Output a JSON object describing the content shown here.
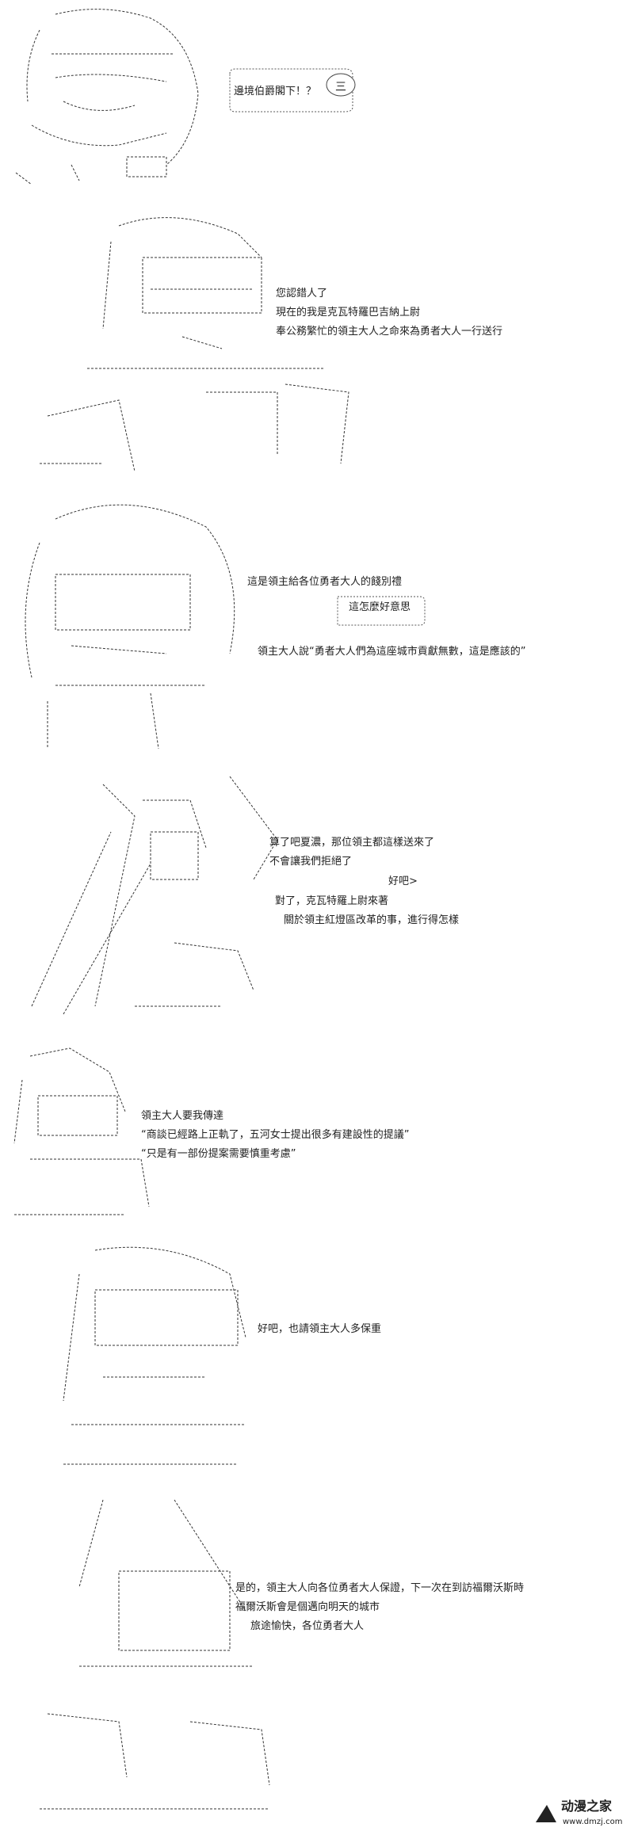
{
  "panels": [
    {
      "lines": [
        "邊境伯爵閣下！？"
      ],
      "bubble": "三"
    },
    {
      "lines": [
        "您認錯人了",
        "現在的我是克瓦特羅巴吉納上尉",
        "奉公務繁忙的領主大人之命來為勇者大人一行送行"
      ]
    },
    {
      "lines": [
        "這是領主給各位勇者大人的餞別禮",
        "這怎麼好意思",
        "領主大人說“勇者大人們為這座城市貢獻無數，這是應該的”"
      ]
    },
    {
      "lines": [
        "算了吧夏濃，那位領主都這樣送來了",
        "不會讓我們拒絕了",
        "好吧>",
        "對了，克瓦特羅上尉來著",
        "關於領主紅燈區改革的事，進行得怎樣"
      ]
    },
    {
      "lines": [
        "領主大人要我傳達",
        "“商談已經路上正軌了，五河女士提出很多有建設性的提議”",
        "“只是有一部份提案需要慎重考慮”"
      ]
    },
    {
      "lines": [
        "好吧，也請領主大人多保重"
      ]
    },
    {
      "lines": [
        "是的，領主大人向各位勇者大人保證，下一次在到訪福爾沃斯時",
        "福爾沃斯會是個邁向明天的城市",
        "旅途愉快，各位勇者大人"
      ]
    }
  ],
  "watermark": {
    "site": "动漫之家",
    "url": "www.dmzj.com"
  }
}
